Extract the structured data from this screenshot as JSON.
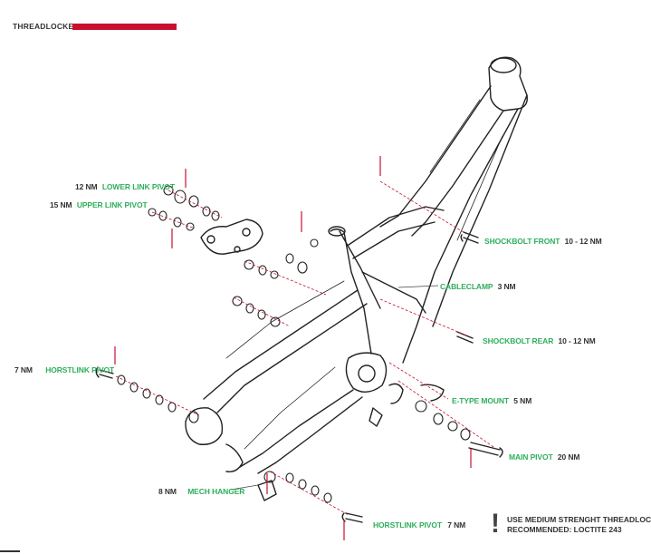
{
  "legend": {
    "label": "THREADLOCKER",
    "color": "#c8102e"
  },
  "colors": {
    "label_name": "#2fae5c",
    "torque": "#333333",
    "threadlock_leader": "#c8102e",
    "frame_line": "#222222"
  },
  "callouts": {
    "lower_link_pivot": {
      "torque": "12 NM",
      "name": "LOWER LINK PIVOT"
    },
    "upper_link_pivot": {
      "torque": "15 NM",
      "name": "UPPER LINK PIVOT"
    },
    "shockbolt_front": {
      "name": "SHOCKBOLT FRONT",
      "torque": "10 - 12 NM"
    },
    "cableclamp": {
      "name": "CABLECLAMP",
      "torque": "3 NM"
    },
    "shockbolt_rear": {
      "name": "SHOCKBOLT REAR",
      "torque": "10 - 12 NM"
    },
    "horstlink_pivot_left": {
      "torque": "7 NM",
      "name": "HORSTLINK PIVOT"
    },
    "etype_mount": {
      "name": "E-TYPE MOUNT",
      "torque": "5 NM"
    },
    "main_pivot": {
      "name": "MAIN PIVOT",
      "torque": "20 NM"
    },
    "mech_hanger": {
      "torque": "8 NM",
      "name": "MECH HANGER"
    },
    "horstlink_pivot_bottom": {
      "name": "HORSTLINK PIVOT",
      "torque": "7 NM"
    }
  },
  "note": {
    "symbol": "!",
    "line1": "USE MEDIUM STRENGHT THREADLOCKER",
    "line2": "RECOMMENDED: LOCTITE 243"
  }
}
